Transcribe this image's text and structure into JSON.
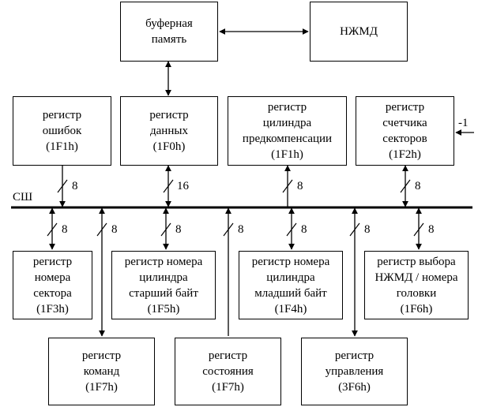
{
  "blocks": {
    "buffer": "буферная\nпамять",
    "fdd": "НЖМД",
    "reg_errors": "регистр\nошибок\n(1F1h)",
    "reg_data": "регистр\nданных\n(1F0h)",
    "reg_precomp": "регистр\nцилиндра\nпредкомпенсации\n(1F1h)",
    "reg_sector_count": "регистр\nсчетчика\nсекторов\n(1F2h)",
    "reg_sector_number": "регистр\nномера\nсектора\n(1F3h)",
    "reg_cyl_high": "регистр номера\nцилиндра\nстарший байт\n(1F5h)",
    "reg_cyl_low": "регистр номера\nцилиндра\nмладший байт\n(1F4h)",
    "reg_drive_head": "регистр выбора\nНЖМД / номера\nголовки\n(1F6h)",
    "reg_command": "регистр\nкоманд\n(1F7h)",
    "reg_status": "регистр\nсостояния\n(1F7h)",
    "reg_control": "регистр\nуправления\n(3F6h)"
  },
  "bus": {
    "name": "СШ",
    "width_errors": "8",
    "width_data": "16",
    "width_precomp": "8",
    "width_sector_count": "8",
    "width_sector_number": "8",
    "width_cyl_high": "8",
    "width_cyl_low": "8",
    "width_drive_head": "8",
    "width_command": "8",
    "width_status": "8",
    "width_control": "8"
  },
  "side_input": "-1"
}
